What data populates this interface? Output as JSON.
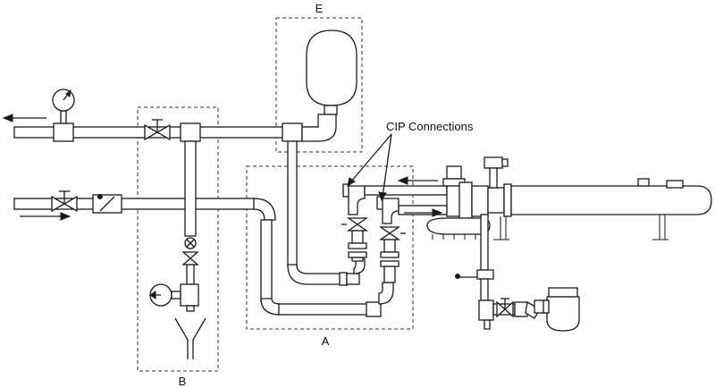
{
  "labels": {
    "zone_e": "E",
    "zone_a": "A",
    "zone_b": "B",
    "cip_connections": "CIP Connections"
  }
}
